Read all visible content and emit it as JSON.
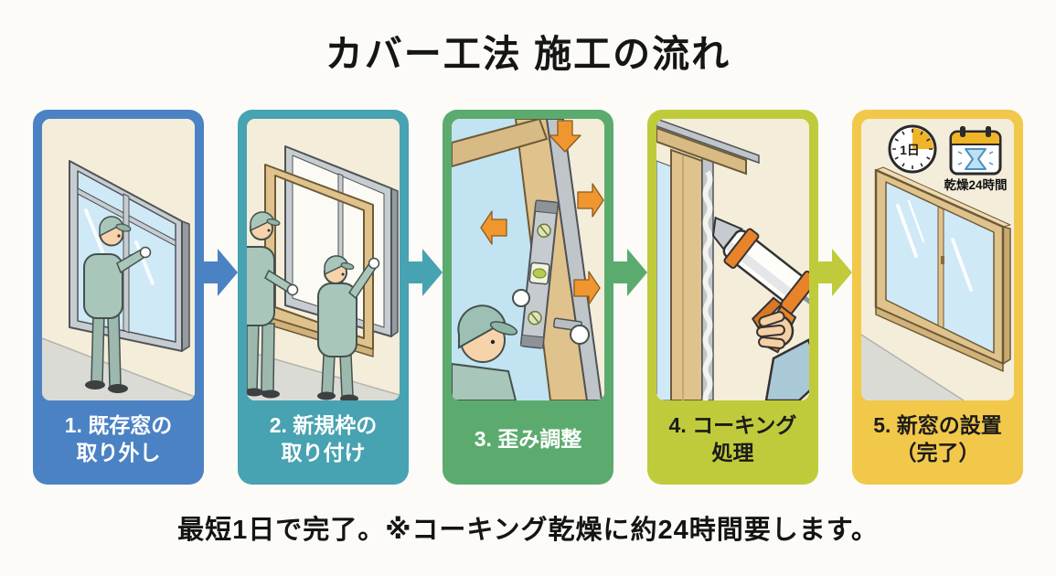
{
  "title": "カバー工法 施工の流れ",
  "steps": [
    {
      "label": "1. 既存窓の\n取り外し",
      "color": "#4a82c4",
      "text_color": "#ffffff",
      "illustration": "worker-removing-existing-window"
    },
    {
      "label": "2. 新規枠の\n取り付け",
      "color": "#47a2b1",
      "text_color": "#ffffff",
      "illustration": "two-workers-attaching-new-frame"
    },
    {
      "label": "3. 歪み調整",
      "color": "#5cab6e",
      "text_color": "#ffffff",
      "illustration": "worker-checking-level-distortion"
    },
    {
      "label": "4. コーキング\n処理",
      "color": "#bfcb3a",
      "text_color": "#1b1b1b",
      "illustration": "hand-applying-caulking-gun"
    },
    {
      "label": "5. 新窓の設置\n（完了）",
      "color": "#f2c84b",
      "text_color": "#1b1b1b",
      "illustration": "finished-new-window"
    }
  ],
  "arrow_colors": [
    "#4a82c4",
    "#47a2b1",
    "#5cab6e",
    "#bfcb3a"
  ],
  "badges": {
    "clock_label": "1日",
    "drying_label": "乾燥24時間"
  },
  "footer_note": "最短1日で完了。※コーキング乾燥に約24時間要します。"
}
